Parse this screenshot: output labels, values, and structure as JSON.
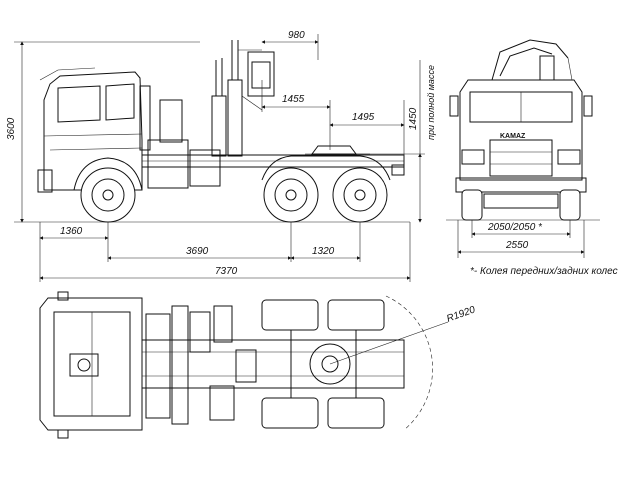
{
  "dimensions": {
    "overall_length": "7370",
    "front_overhang": "1360",
    "wheelbase_front": "3690",
    "rear_bogie": "1320",
    "overall_height": "3600",
    "crane_reach": "980",
    "crane_offset": "1455",
    "fifth_wheel_offset": "1495",
    "fifth_wheel_height": "1450",
    "track": "2050/2050 *",
    "overall_width": "2550",
    "turning_radius": "R1920"
  },
  "labels": {
    "height_note": "при полной массе",
    "footnote": "*- Колея передних/задних колес",
    "brand": "KAMAZ"
  }
}
